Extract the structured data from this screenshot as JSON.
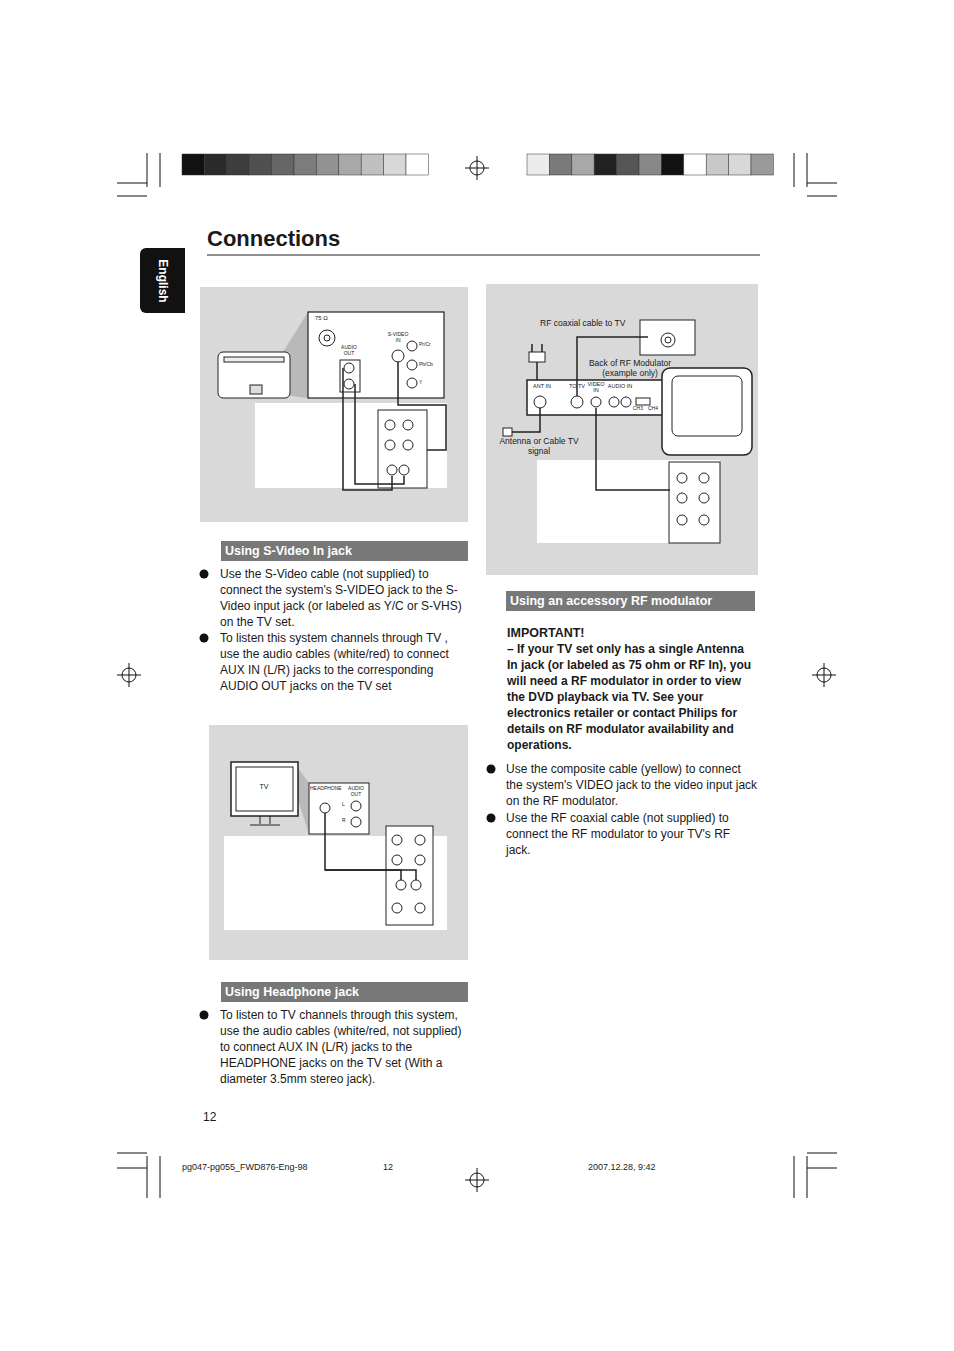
{
  "diagram": {
    "title": "Connections",
    "nodes": [
      {
        "text": [
          "English"
        ]
      },
      {
        "text": [
          "Using S-Video In jack"
        ]
      },
      {
        "text": [
          "Using  Headphone jack"
        ]
      },
      {
        "text": [
          "Using an accessory RF modulator"
        ]
      }
    ],
    "labels": [
      "Use the S-Video cable (not supplied) to connect the system's S-VIDEO jack to the S-Video input jack (or labeled as Y/C or S-VHS) on the TV set.",
      "To listen this system channels through TV , use the audio cables (white/red) to connect AUX IN (L/R) jacks to the corresponding AUDIO OUT jacks on the TV set",
      "To listen to TV channels through this system, use the audio cables (white/red, not supplied) to connect AUX IN (L/R) jacks to the HEADPHONE jacks on the TV set (With a diameter 3.5mm stereo jack).",
      "IMPORTANT!",
      "– If your TV set only has a single Antenna In jack (or labeled as 75 ohm or RF In), you will need a RF modulator in order to view the DVD playback via TV. See your electronics retailer or contact Philips for details on RF modulator availability and operations.",
      "Use the composite cable (yellow) to connect the system's VIDEO jack to the video input jack on the RF modulator.",
      "Use the RF coaxial cable (not supplied) to connect the RF modulator to your TV's RF jack.",
      "RF coaxial cable to TV",
      "Back of RF Modulator (example only)",
      "Antenna or Cable TV signal",
      "ANT IN",
      "TO TV",
      "VIDEO IN",
      "AUDIO IN",
      "CH3",
      "CH4",
      "75 Ω",
      "S-VIDEO IN",
      "AUDIO OUT",
      "Pr/Cr",
      "Pb/Cb",
      "Y",
      "TV",
      "HEADPHONE",
      "AUDIO OUT",
      "L",
      "R",
      "12",
      "pg047-pg055_FWD876-Eng-98",
      "12",
      "2007.12.28, 9:42"
    ]
  }
}
